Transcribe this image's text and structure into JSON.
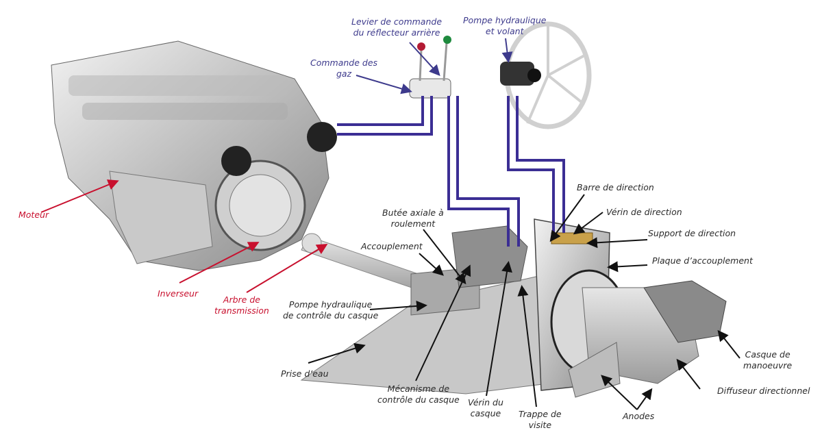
{
  "diagram": {
    "title": "Schéma d'une propulsion par hydrojet",
    "colors": {
      "control_label": "#3d3a8c",
      "engine_label": "#c8102e",
      "jet_label": "#2a2a2a",
      "hydraulic_line": "#3b2e94",
      "engine_arrow": "#c8102e",
      "jet_arrow": "#111111"
    },
    "components": {
      "engine": "Moteur / inverseur / arbre (vue 3D)",
      "controls": "Leviers de commande",
      "helm": "Volant",
      "jet_unit": "Unité hydrojet"
    },
    "labels": {
      "levier": "Levier de commande\ndu réflecteur arrière",
      "pompe_volant": "Pompe hydraulique\net volant",
      "commande_gaz": "Commande des\ngaz",
      "moteur": "Moteur",
      "inverseur": "Inverseur",
      "arbre": "Arbre de\ntransmission",
      "barre": "Barre de direction",
      "verin_direction": "Vérin de direction",
      "support": "Support de direction",
      "plaque": "Plaque d’accouplement",
      "butee": "Butée axiale à\nroulement",
      "accouplement": "Accouplement",
      "pompe_casque": "Pompe hydraulique\nde contrôle du casque",
      "prise_eau": "Prise d’eau",
      "mecanisme": "Mécanisme de\ncontrôle du casque",
      "verin_casque": "Vérin du\ncasque",
      "trappe": "Trappe de\nvisite",
      "anodes": "Anodes",
      "diffuseur": "Diffuseur directionnel",
      "casque": "Casque de\nmanoeuvre"
    }
  }
}
